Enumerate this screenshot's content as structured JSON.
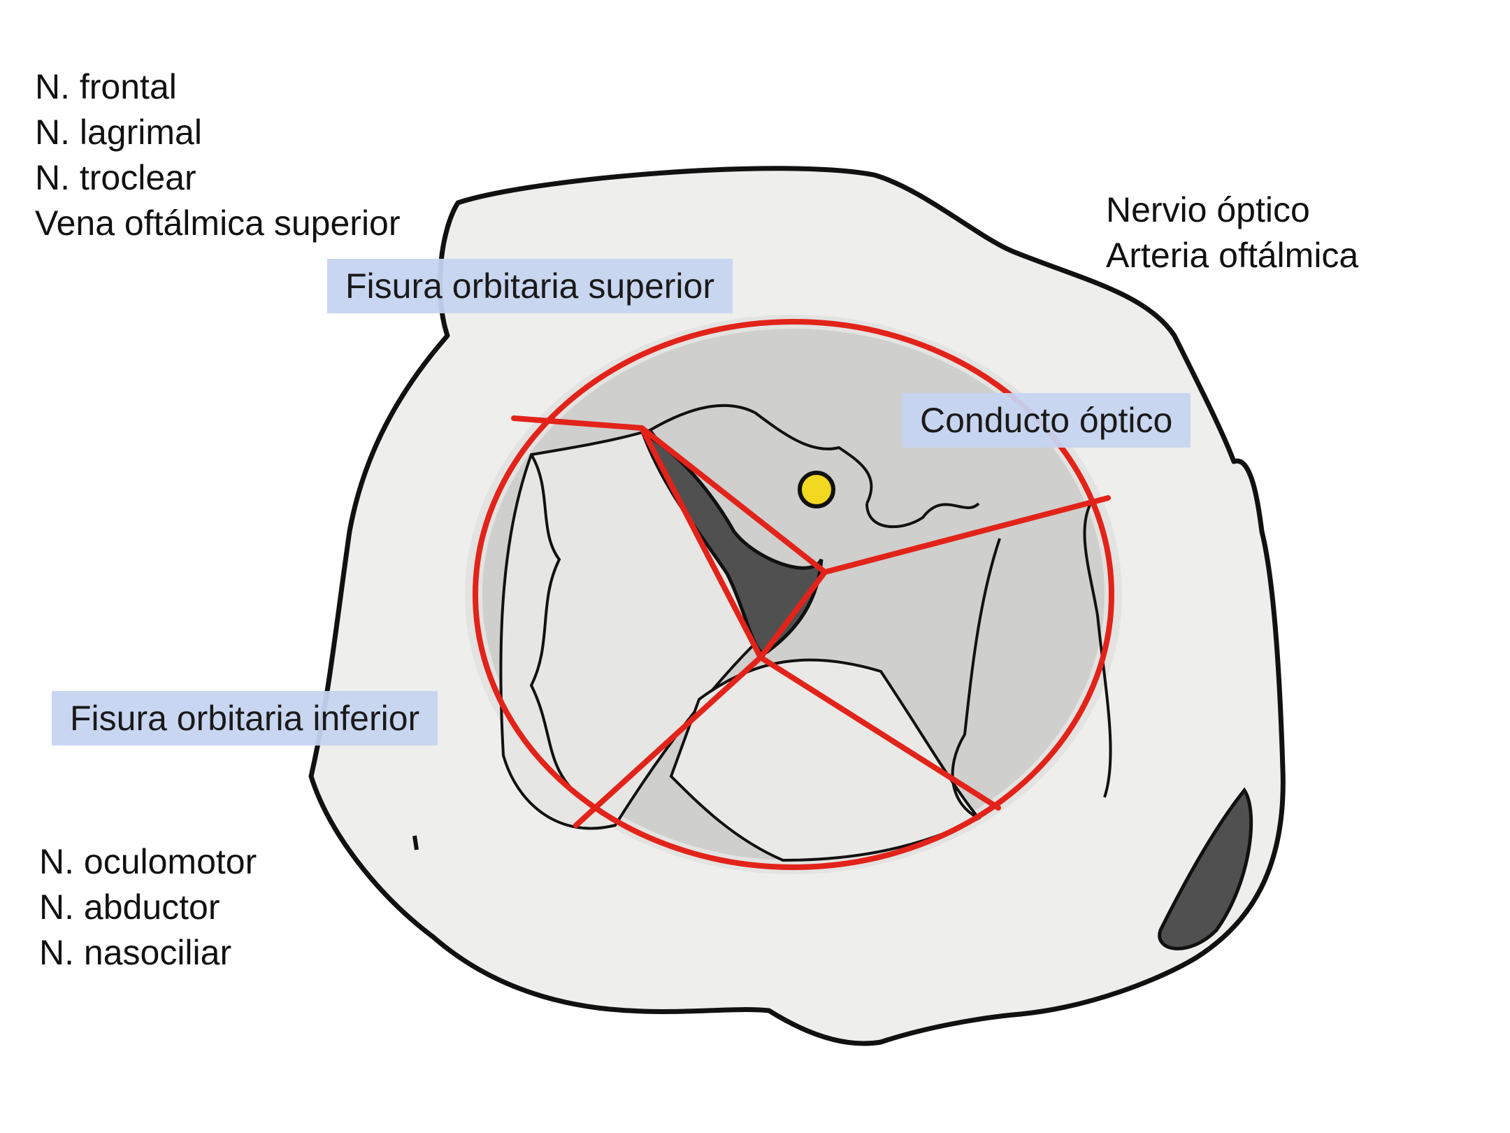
{
  "colors": {
    "outline": "#111111",
    "bone": "#eeeeec",
    "bone_shade": "#d6d6d4",
    "orbit_inner": "#c9c9c7",
    "fissure_dark": "#505050",
    "red_lines": "#e2231a",
    "optic_nerve_dot": "#f2d820",
    "label_box": "#c6d4f0"
  },
  "labels": {
    "fisura_superior": "Fisura orbitaria superior",
    "conducto_optico": "Conducto óptico",
    "fisura_inferior": "Fisura orbitaria inferior"
  },
  "structures": {
    "top_left": [
      "N. frontal",
      "N. lagrimal",
      "N. troclear",
      "Vena oftálmica superior"
    ],
    "top_right": [
      "Nervio óptico",
      "Arteria oftálmica"
    ],
    "bottom_left": [
      "N. oculomotor",
      "N. abductor",
      "N. nasociliar"
    ]
  }
}
